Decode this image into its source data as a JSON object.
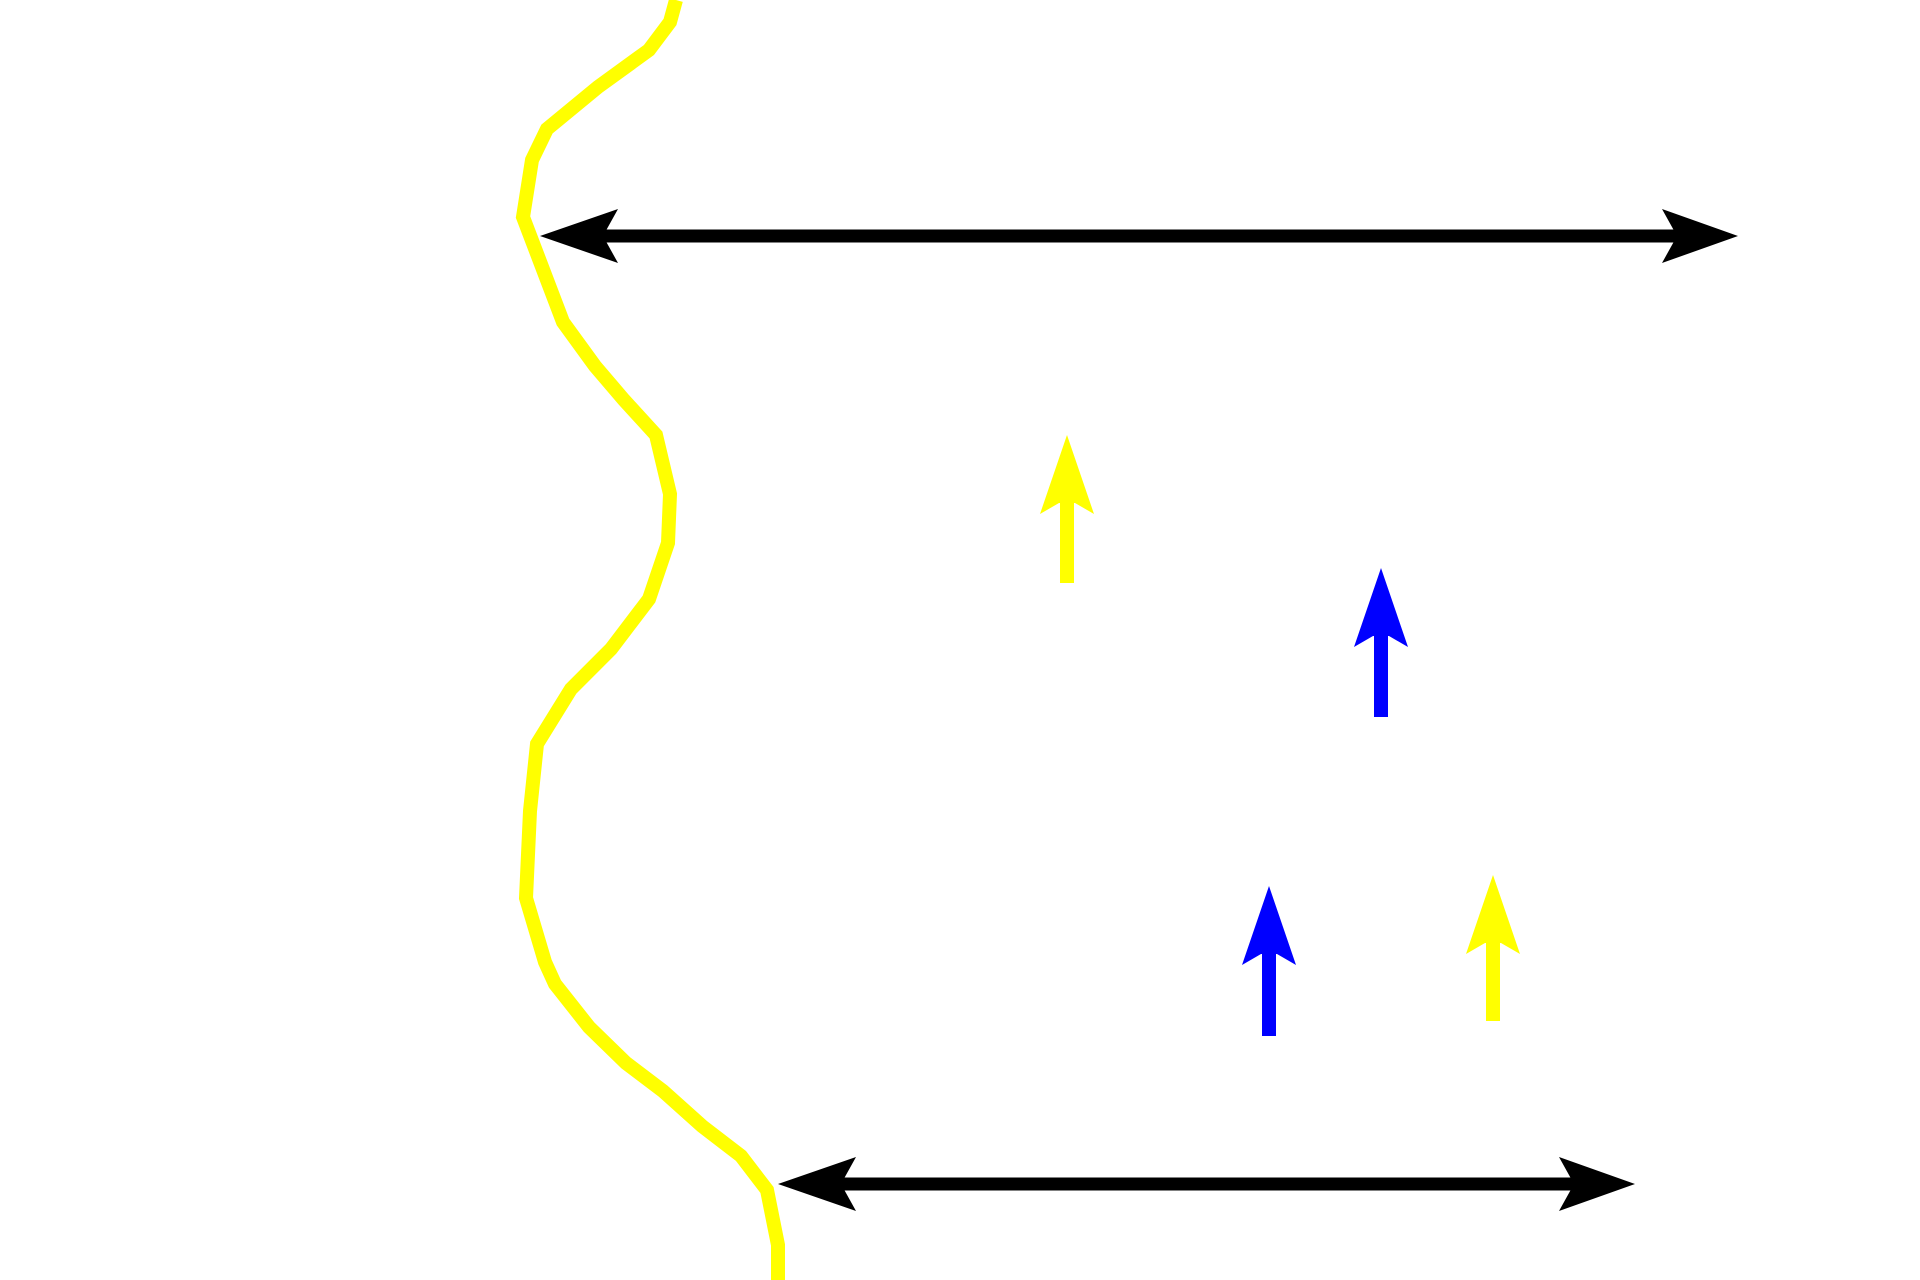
{
  "colors": {
    "background": "#ffffff",
    "boundary_line": "#ffff00",
    "measure_arrow": "#000000",
    "yellow_pointer": "#ffff00",
    "blue_pointer": "#0000ff"
  },
  "elements": {
    "boundary": {
      "kind": "wavy-line",
      "color_key": "boundary_line"
    },
    "double_arrows": [
      {
        "name": "upper-width-arrow",
        "color_key": "measure_arrow"
      },
      {
        "name": "lower-width-arrow",
        "color_key": "measure_arrow"
      }
    ],
    "pointer_arrows": [
      {
        "name": "yellow-pointer-arrow-1",
        "color_key": "yellow_pointer",
        "direction": "up"
      },
      {
        "name": "blue-pointer-arrow-1",
        "color_key": "blue_pointer",
        "direction": "up"
      },
      {
        "name": "blue-pointer-arrow-2",
        "color_key": "blue_pointer",
        "direction": "up"
      },
      {
        "name": "yellow-pointer-arrow-2",
        "color_key": "yellow_pointer",
        "direction": "up"
      }
    ]
  }
}
